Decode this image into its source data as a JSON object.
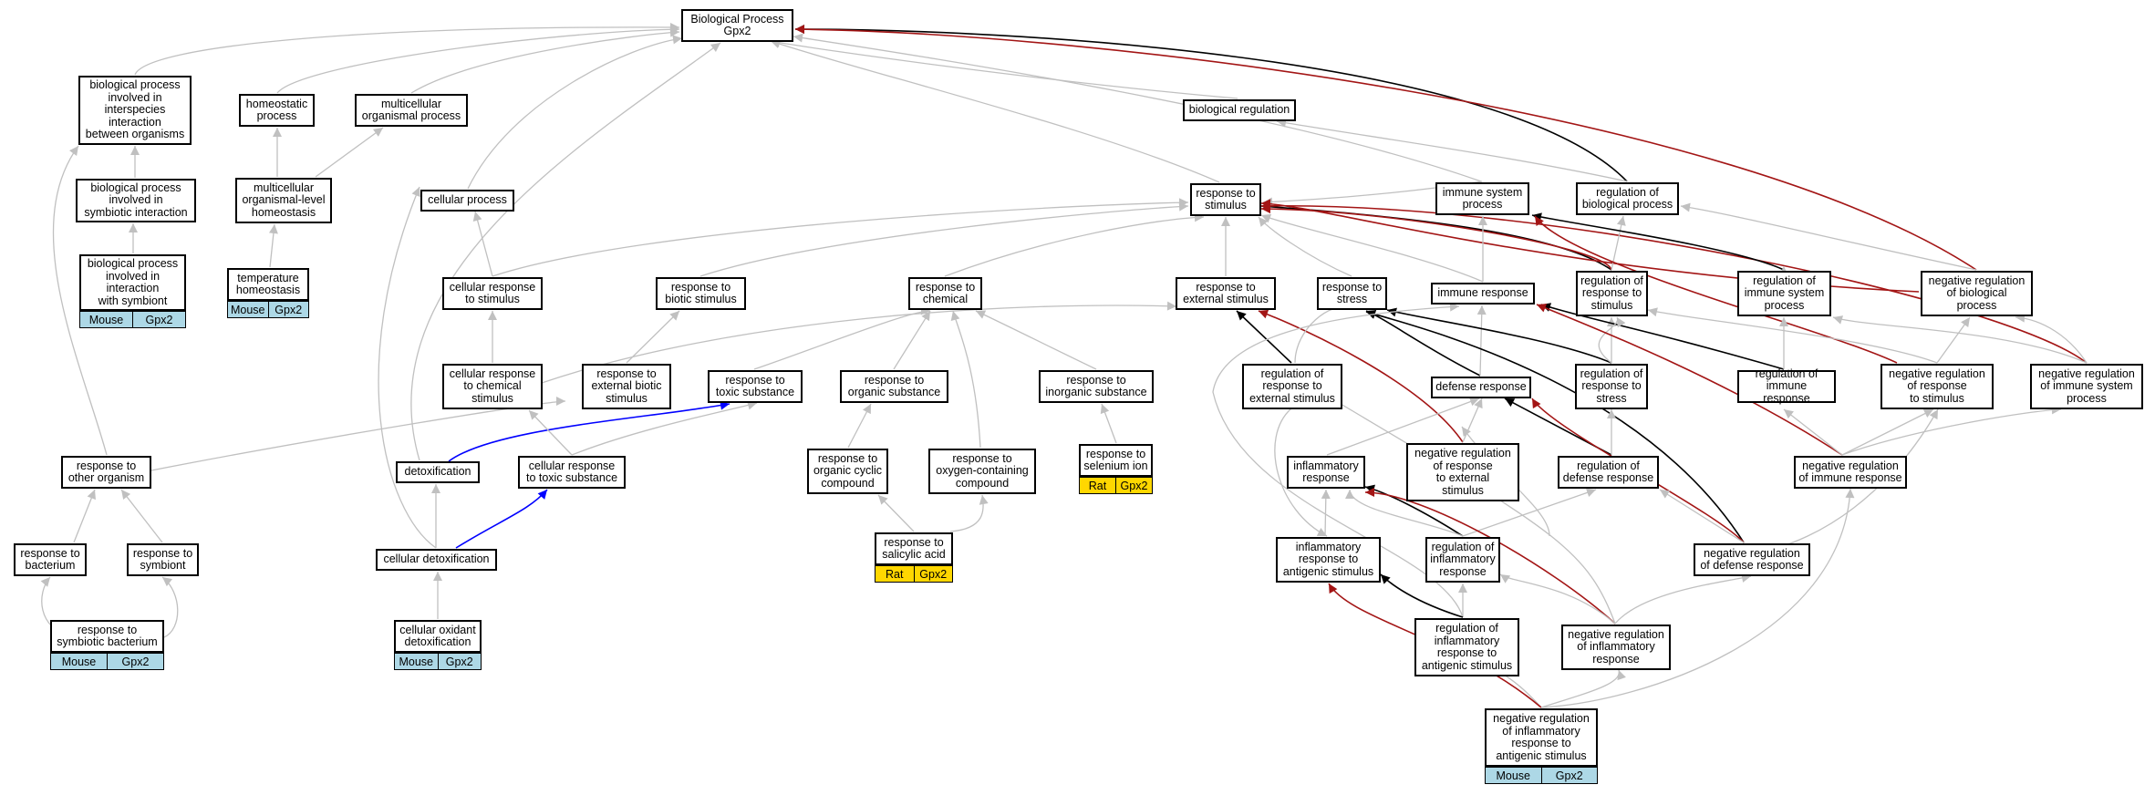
{
  "colors": {
    "gray_edge": "#c0c0c0",
    "black_edge": "#000000",
    "red_edge": "#a31515",
    "blue_edge": "#0000ff",
    "mouse": "#add8e6",
    "rat": "#ffd700"
  },
  "nodes": {
    "bp": "Biological Process\nGpx2",
    "bp_interspecies": "biological process\ninvolved in\ninterspecies\ninteraction\nbetween organisms",
    "homeostatic": "homeostatic\nprocess",
    "multicellular": "multicellular\norganismal process",
    "bio_regulation": "biological regulation",
    "bp_symbiotic": "biological process\ninvolved in\nsymbiotic interaction",
    "multicell_homeo": "multicellular\norganismal-level\nhomeostasis",
    "cellular_process": "cellular process",
    "resp_stimulus": "response to\nstimulus",
    "immune_system": "immune system\nprocess",
    "reg_bio": "regulation of\nbiological process",
    "bp_with_symbiont": "biological process\ninvolved in\ninteraction\nwith symbiont",
    "temp_homeo": "temperature\nhomeostasis",
    "cell_resp_stimulus": "cellular response\nto stimulus",
    "resp_biotic": "response to\nbiotic stimulus",
    "resp_chemical": "response to\nchemical",
    "resp_external": "response to\nexternal stimulus",
    "resp_stress": "response to\nstress",
    "immune_response": "immune response",
    "reg_resp_stimulus": "regulation of\nresponse to\nstimulus",
    "reg_immune_system": "regulation of\nimmune system\nprocess",
    "neg_reg_bio": "negative regulation\nof biological\nprocess",
    "cell_resp_chemical": "cellular response\nto chemical\nstimulus",
    "resp_ext_biotic": "response to\nexternal biotic\nstimulus",
    "resp_toxic": "response to\ntoxic substance",
    "resp_organic": "response to\norganic substance",
    "resp_inorganic": "response to\ninorganic substance",
    "reg_resp_external": "regulation of\nresponse to\nexternal stimulus",
    "defense_response": "defense response",
    "reg_resp_stress": "regulation of\nresponse to\nstress",
    "reg_immune_response": "regulation of\nimmune response",
    "neg_reg_resp_stimulus": "negative regulation\nof response\nto stimulus",
    "neg_reg_immune_system": "negative regulation\nof immune system\nprocess",
    "resp_other_org": "response to\nother organism",
    "detox": "detoxification",
    "cell_resp_toxic": "cellular response\nto toxic substance",
    "resp_org_cyclic": "response to\norganic cyclic\ncompound",
    "resp_oxygen": "response to\noxygen-containing\ncompound",
    "resp_selenium": "response to\nselenium ion",
    "inflammatory": "inflammatory\nresponse",
    "neg_reg_resp_external": "negative regulation\nof response\nto external\nstimulus",
    "reg_defense": "regulation of\ndefense response",
    "neg_reg_immune_response": "negative regulation\nof immune response",
    "resp_bacterium": "response to\nbacterium",
    "resp_symbiont": "response to\nsymbiont",
    "cell_detox": "cellular detoxification",
    "resp_salicylic": "response to\nsalicylic acid",
    "infl_antigenic": "inflammatory\nresponse to\nantigenic stimulus",
    "reg_inflammatory": "regulation of\ninflammatory\nresponse",
    "neg_reg_defense": "negative regulation\nof defense response",
    "resp_symb_bacterium": "response to\nsymbiotic bacterium",
    "cell_oxidant_detox": "cellular oxidant\ndetoxification",
    "reg_infl_antigenic": "regulation of\ninflammatory\nresponse to\nantigenic stimulus",
    "neg_reg_inflammatory": "negative regulation\nof inflammatory\nresponse",
    "neg_reg_infl_antigenic": "negative regulation\nof inflammatory\nresponse to\nantigenic stimulus"
  },
  "annotations": {
    "with_symbiont": {
      "species": "Mouse",
      "gene": "Gpx2"
    },
    "temp_homeo": {
      "species": "Mouse",
      "gene": "Gpx2"
    },
    "selenium": {
      "species": "Rat",
      "gene": "Gpx2"
    },
    "salicylic": {
      "species": "Rat",
      "gene": "Gpx2"
    },
    "symb_bacterium": {
      "species": "Mouse",
      "gene": "Gpx2"
    },
    "oxidant_detox": {
      "species": "Mouse",
      "gene": "Gpx2"
    },
    "neg_reg_infl_antigenic": {
      "species": "Mouse",
      "gene": "Gpx2"
    }
  }
}
